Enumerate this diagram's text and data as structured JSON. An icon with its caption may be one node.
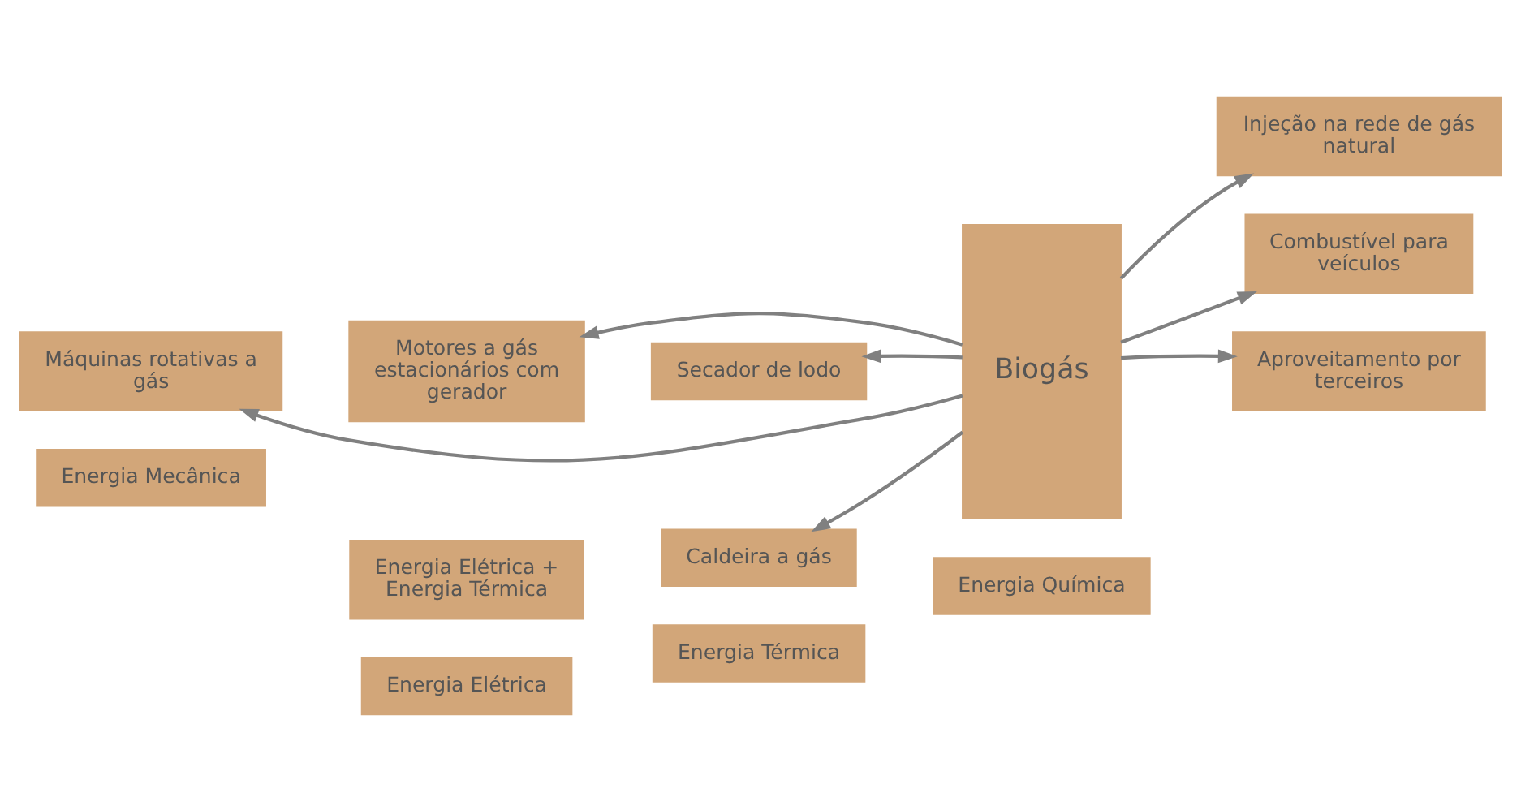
{
  "diagram": {
    "nodes": [
      {
        "text": [
          "Energia Mecânica"
        ]
      },
      {
        "text": [
          "Energia Elétrica"
        ]
      },
      {
        "text": [
          "Energia Elétrica + Energia Térmica"
        ]
      },
      {
        "text": [
          "Energia Térmica"
        ]
      },
      {
        "text": [
          "Energia Química"
        ]
      },
      {
        "text": [
          "Máquinas rotativas a gás"
        ]
      },
      {
        "text": [
          "Biogás"
        ]
      },
      {
        "text": [
          "Injeção na rede de gás natural"
        ]
      },
      {
        "text": [
          "Motores a gás estacionários com gerador"
        ]
      },
      {
        "text": [
          "Combustível para veículos"
        ]
      },
      {
        "text": [
          "Caldeira a gás"
        ]
      },
      {
        "text": [
          "Secador de lodo"
        ]
      },
      {
        "text": [
          "Aproveitamento por terceiros"
        ]
      }
    ],
    "edges": [
      {
        "from": 6,
        "to": 5,
        "arrow": "to"
      },
      {
        "from": 6,
        "to": 7,
        "arrow": "to"
      },
      {
        "from": 6,
        "to": 8,
        "arrow": "to"
      },
      {
        "from": 6,
        "to": 9,
        "arrow": "to"
      },
      {
        "from": 6,
        "to": 10,
        "arrow": "to"
      },
      {
        "from": 6,
        "to": 11,
        "arrow": "to"
      },
      {
        "from": 6,
        "to": 12,
        "arrow": "to"
      }
    ]
  }
}
